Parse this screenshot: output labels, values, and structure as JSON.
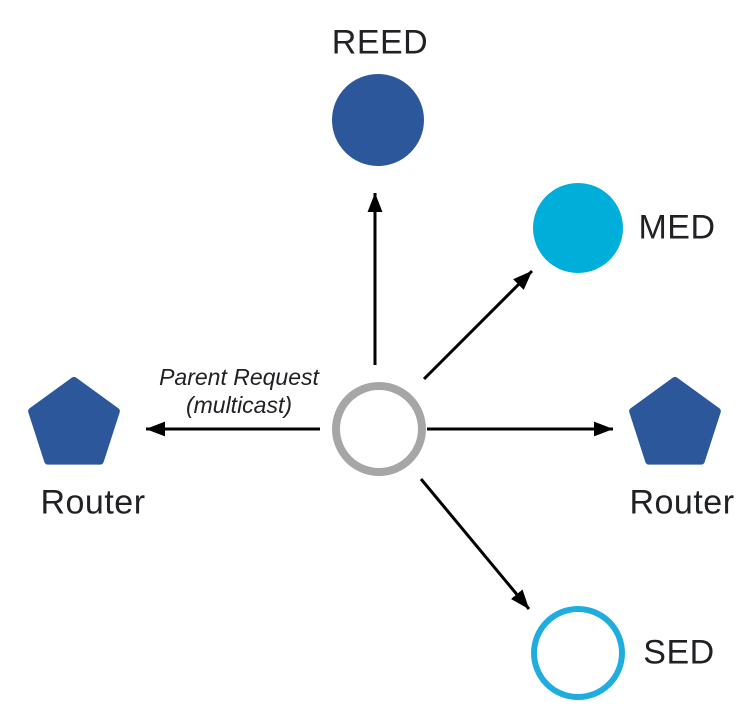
{
  "diagram": {
    "kind": "thread-network-attach-diagram",
    "background": "#ffffff"
  },
  "colors": {
    "node_blue": "#2D579B",
    "node_cyan": "#00AEDA",
    "sed_ring_cyan": "#1FACDF",
    "center_ring_gray": "#A6A6A6",
    "arrow": "#000000"
  },
  "nodes": {
    "reed": {
      "label": "REED",
      "shape": "filled-circle"
    },
    "med": {
      "label": "MED",
      "shape": "filled-circle"
    },
    "router_left": {
      "label": "Router",
      "shape": "filled-pentagon"
    },
    "router_right": {
      "label": "Router",
      "shape": "filled-pentagon"
    },
    "sed": {
      "label": "SED",
      "shape": "outlined-circle"
    },
    "center": {
      "label": "",
      "shape": "outlined-circle-gray"
    }
  },
  "annotation": {
    "line1": "Parent Request",
    "line2": "(multicast)"
  }
}
